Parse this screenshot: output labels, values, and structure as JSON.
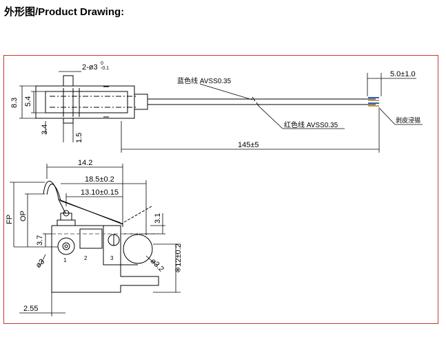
{
  "page": {
    "heading": "外形图/Product Drawing:"
  },
  "colors": {
    "frame": "#c0392b",
    "line": "#000000",
    "wire_tip": "#3d5ac8",
    "wire_tip2": "#c8a23d"
  },
  "drawing": {
    "top_view": {
      "hole_dim": "2-ø3",
      "hole_tol_upper": "0",
      "hole_tol_lower": "-0.1",
      "height_dim": "8.3",
      "inner_height_dim": "5.4",
      "offset_dim": "3.4",
      "thickness_dim": "1.5",
      "wire_blue_label": "蓝色线 AVSS0.35",
      "wire_red_label": "红色线 AVSS0.35",
      "cable_length_dim": "145±5",
      "strip_length_dim": "5.0±1.0",
      "tin_note": "剥皮浸锡"
    },
    "side_view": {
      "dim_14_2": "14.2",
      "dim_18_5": "18.5±0.2",
      "dim_13_10": "13.10±0.15",
      "fp_label": "FP",
      "op_label": "OP",
      "dim_3_7": "3.7",
      "dim_3_1": "3.1",
      "hole_left": "ø3",
      "hole_right": "ø3.2",
      "height_12": "※12±0.2",
      "dim_2_55": "2.55",
      "marker_1": "1",
      "marker_2": "2",
      "marker_3": "3"
    }
  }
}
